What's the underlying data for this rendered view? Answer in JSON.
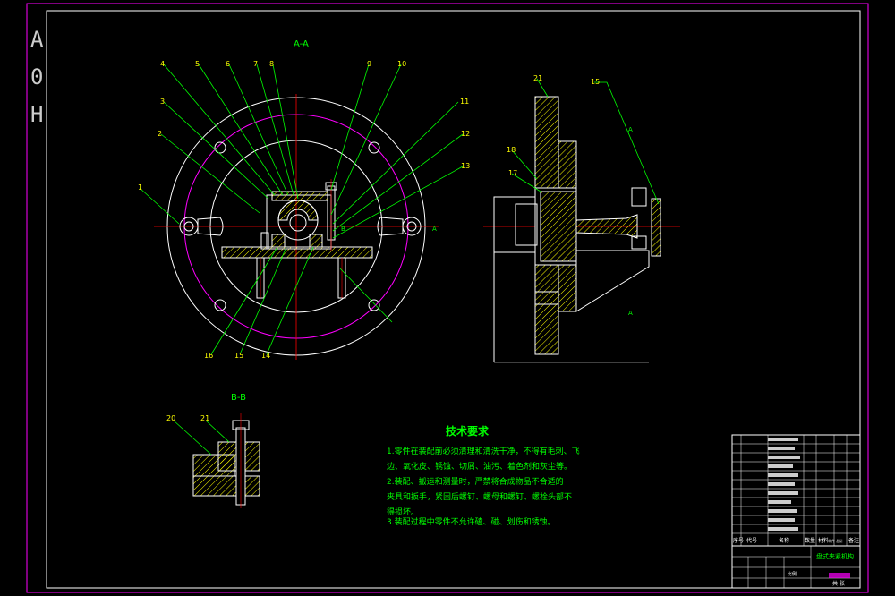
{
  "drawing": {
    "side_code": [
      "A",
      "0",
      "H"
    ],
    "view_aa": "A-A",
    "view_bb": "B-B",
    "section_marks": {
      "a_top": "A",
      "a_bottom": "A",
      "b_left": "B",
      "b_right": "B"
    },
    "balloons_main": [
      "1",
      "2",
      "3",
      "4",
      "5",
      "6",
      "7",
      "8",
      "9",
      "10",
      "11",
      "12",
      "13",
      "14",
      "15",
      "16"
    ],
    "balloons_side": [
      "15",
      "17",
      "18",
      "21"
    ],
    "balloons_bb": [
      "20",
      "21"
    ],
    "tech_title": "技术要求",
    "tech_lines": [
      "1.零件在装配前必须清理和清洗干净，不得有毛刺、飞",
      "边、氧化皮、锈蚀、切屑、油污、着色剂和灰尘等。",
      "2.装配、搬运和测量时，严禁将合成物品不合适的",
      "夹具和扳手，紧固后螺钉、螺母和螺钉、螺栓头部不",
      "得损坏。",
      "3.装配过程中零件不允许磕、碰、划伤和锈蚀。"
    ],
    "title_block": {
      "headers": [
        "序号",
        "代号",
        "名称",
        "数量",
        "材料",
        "单件 总计",
        "备注"
      ],
      "drawing_name": "盘式夹紧机构",
      "scale_label": "比例",
      "sheet_label": "共 张"
    },
    "colors": {
      "frame": "#ff00ff",
      "outline": "#ffffff",
      "centerline": "#ff0000",
      "leader": "#00ff00",
      "balloon": "#ffff00",
      "hatch": "#ffff00",
      "circle": "#ff00ff",
      "text": "#00ff00"
    }
  }
}
